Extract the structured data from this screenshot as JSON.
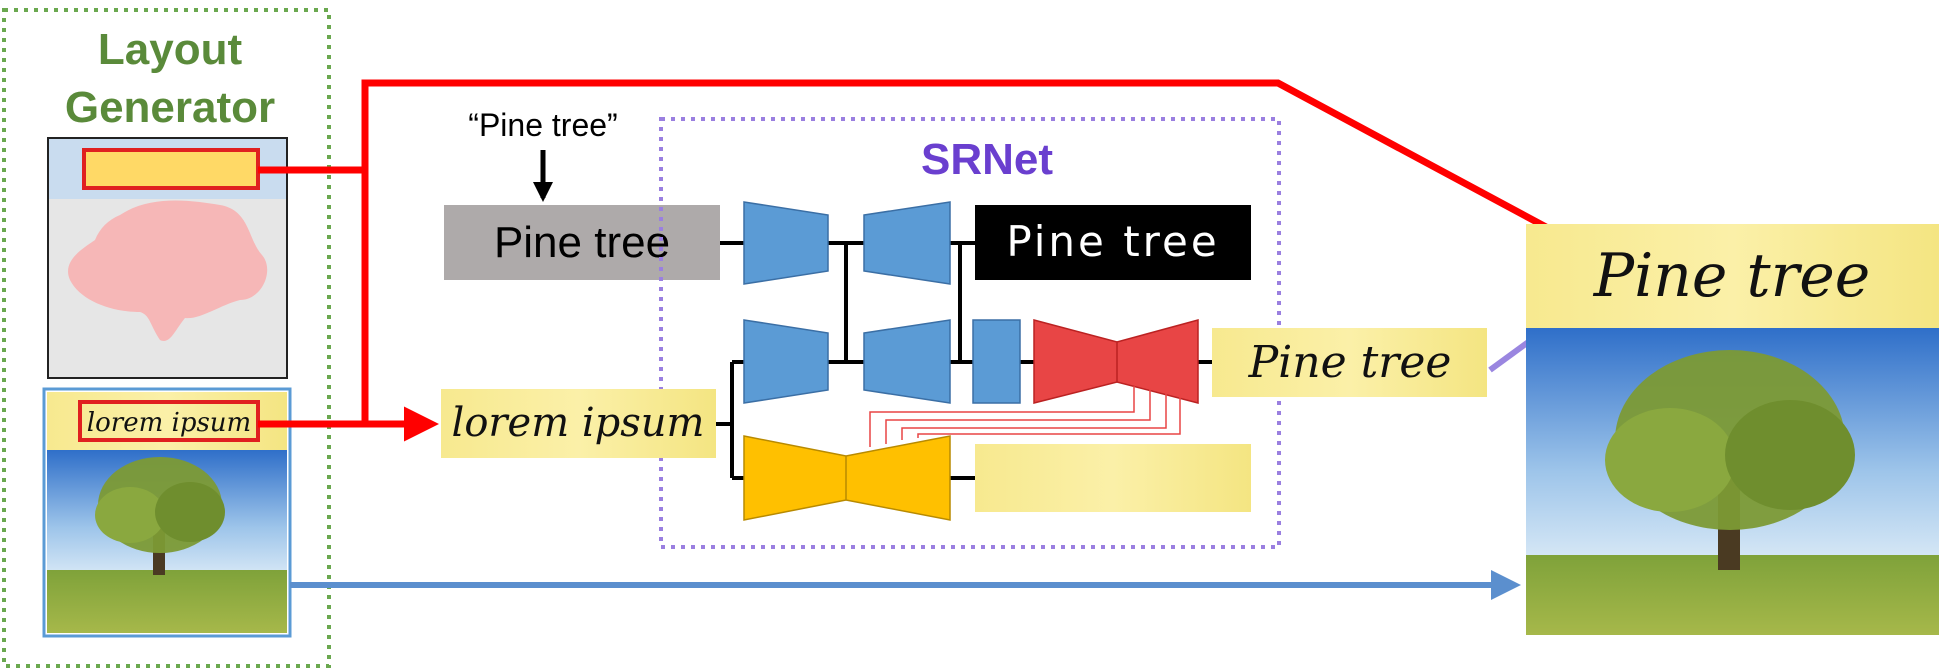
{
  "layout_generator": {
    "title_line1": "Layout",
    "title_line2": "Generator"
  },
  "quote_label": "“Pine tree”",
  "srnet_label": "SRNet",
  "input_text_box": "Pine tree",
  "rendered_text_box": "Pine tree",
  "styled_input": "lorem ipsum",
  "small_styled_label": "lorem ipsum",
  "srnet_output": "Pine tree",
  "final_text": "Pine tree",
  "colors": {
    "generator_green": "#5a8a3a",
    "srnet_purple": "#6a3fcf",
    "red_arrow": "#ff0000",
    "blue_arrow": "#5b8fce",
    "purple_arrow": "#9a86e0",
    "encoder_blue": "#5b9bd5",
    "decoder_red": "#e84545",
    "decoder_yellow": "#ffc000",
    "text_bg_yellow": "#f8ec9a"
  }
}
